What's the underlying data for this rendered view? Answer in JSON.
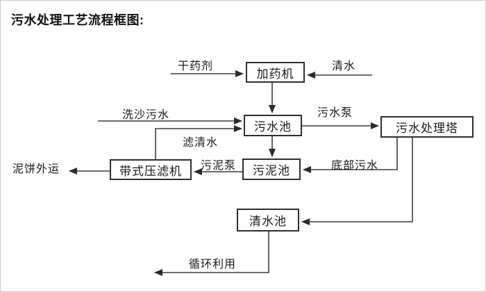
{
  "title": "污水处理工艺流程框图:",
  "nodes": {
    "dosing_machine": {
      "label": "加药机"
    },
    "sewage_pool": {
      "label": "污水池"
    },
    "treatment_tower": {
      "label": "污水处理塔"
    },
    "sludge_pool": {
      "label": "污泥池"
    },
    "belt_filter_press": {
      "label": "带式压滤机"
    },
    "clean_water_pool": {
      "label": "清水池"
    }
  },
  "flow_labels": {
    "dry_agent": "干药剂",
    "clean_water": "清水",
    "sand_washing_sewage": "洗沙污水",
    "filtered_clean_water": "滤清水",
    "sewage_pump": "污水泵",
    "bottom_sewage": "底部污水",
    "sludge_pump": "污泥泵",
    "mud_cake_out": "泥饼外运",
    "recycle_use": "循环利用"
  },
  "edges": [
    {
      "from": "干药剂",
      "to": "加药机",
      "label": ""
    },
    {
      "from": "清水",
      "to": "加药机",
      "label": ""
    },
    {
      "from": "加药机",
      "to": "污水池",
      "label": ""
    },
    {
      "from": "洗沙污水",
      "to": "污水池",
      "label": ""
    },
    {
      "from": "带式压滤机",
      "to": "污水池",
      "label": "滤清水"
    },
    {
      "from": "污水池",
      "to": "污水处理塔",
      "label": "污水泵"
    },
    {
      "from": "污水池",
      "to": "污泥池",
      "label": ""
    },
    {
      "from": "污水处理塔",
      "to": "污泥池",
      "label": "底部污水"
    },
    {
      "from": "污泥池",
      "to": "带式压滤机",
      "label": "污泥泵"
    },
    {
      "from": "带式压滤机",
      "to": "泥饼外运",
      "label": ""
    },
    {
      "from": "污水处理塔",
      "to": "清水池",
      "label": ""
    },
    {
      "from": "清水池",
      "to": "循环利用",
      "label": ""
    }
  ],
  "colors": {
    "line": "#3c3c3c",
    "box_border": "#2e2e2e",
    "text": "#1a1a1a",
    "background": "#ffffff"
  }
}
